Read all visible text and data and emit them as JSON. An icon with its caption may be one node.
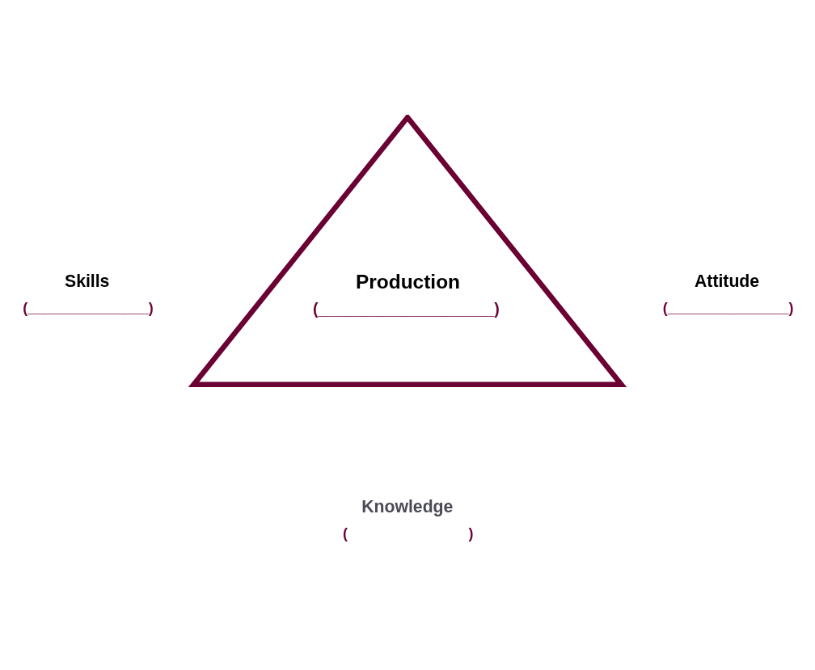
{
  "diagram": {
    "nodes": [
      {
        "text": [
          "Production",
          "(____________________)"
        ]
      }
    ],
    "labels": [
      "Skills",
      "(_______________)",
      "Attitude",
      "(_______________)",
      "Knowledge",
      "(                              )"
    ]
  }
}
